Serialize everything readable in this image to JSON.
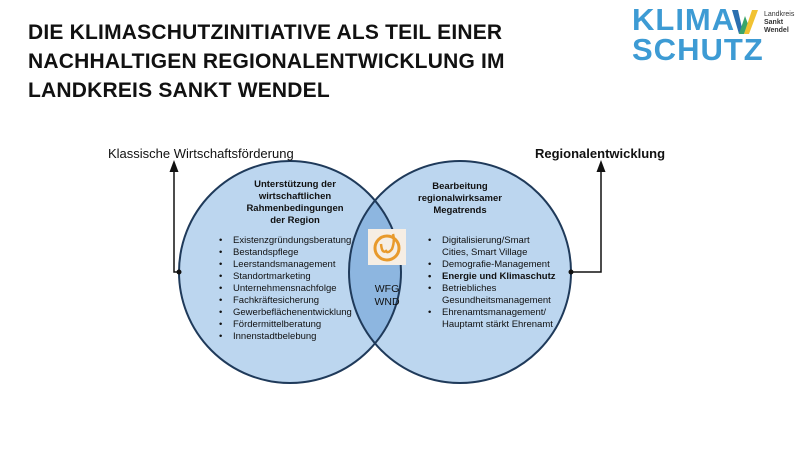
{
  "title": [
    "DIE KLIMASCHUTZINITIATIVE ALS TEIL EINER",
    "NACHHALTIGEN REGIONALENTWICKLUNG IM",
    "LANDKREIS SANKT WENDEL"
  ],
  "logo": {
    "line1": "KLIMA",
    "line2": "SCHUTZ",
    "sub1": "Landkreis",
    "sub2": "Sankt",
    "sub3": "Wendel"
  },
  "left_label": "Klassische Wirtschaftsförderung",
  "right_label": "Regionalentwicklung",
  "left_circle": {
    "heading": [
      "Unterstützung der",
      "wirtschaftlichen",
      "Rahmenbedingungen",
      "der Region"
    ],
    "items": [
      "Existenzgründungsberatung",
      "Bestandspflege",
      "Leerstandsmanagement",
      "Standortmarketing",
      "Unternehmensnachfolge",
      "Fachkräftesicherung",
      "Gewerbeflächenentwicklung",
      "Fördermittelberatung",
      "Innenstadtbelebung"
    ]
  },
  "right_circle": {
    "heading": [
      "Bearbeitung",
      "regionalwirksamer",
      "Megatrends"
    ],
    "items": [
      [
        "Digitalisierung/Smart",
        "Cities, Smart Village"
      ],
      [
        "Demografie-Management"
      ],
      [
        "Energie und Klimaschutz"
      ],
      [
        "Betriebliches",
        "Gesundheitsmanagement"
      ],
      [
        "Ehrenamtsmanagement/",
        "Hauptamt stärkt Ehrenamt"
      ]
    ]
  },
  "center": {
    "line1": "WFG",
    "line2": "WND"
  },
  "colors": {
    "circle": "#bcd6ef",
    "overlap": "#8db6e0",
    "stroke": "#1f3a5a",
    "logo": "#3d9bd4"
  }
}
